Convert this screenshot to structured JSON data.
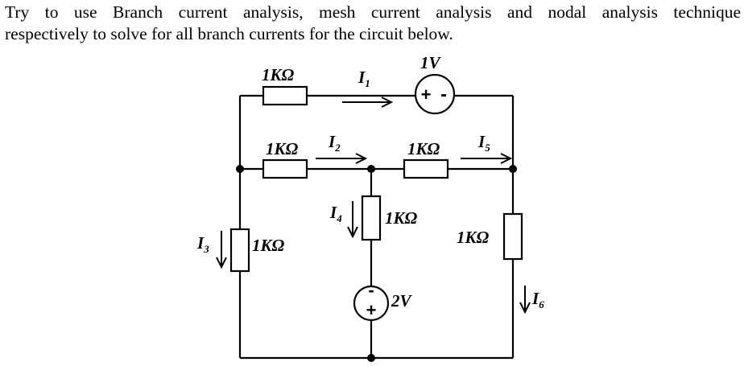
{
  "question": {
    "line1": "Try to use Branch current analysis, mesh current analysis and nodal analysis technique",
    "line2": "respectively to solve for all branch currents for the circuit below."
  },
  "circuit": {
    "resistors": {
      "r_top": "1KΩ",
      "r_mid_left": "1KΩ",
      "r_mid_right": "1KΩ",
      "r_center": "1KΩ",
      "r_left": "1KΩ",
      "r_right": "1KΩ"
    },
    "sources": {
      "v1_label": "1V",
      "v1_plus": "+",
      "v1_minus": "-",
      "v2_label": "2V",
      "v2_plus": "+",
      "v2_minus": "-"
    },
    "currents": {
      "i1": {
        "letter": "I",
        "sub": "1"
      },
      "i2": {
        "letter": "I",
        "sub": "2"
      },
      "i3": {
        "letter": "I",
        "sub": "3"
      },
      "i4": {
        "letter": "I",
        "sub": "4"
      },
      "i5": {
        "letter": "I",
        "sub": "5"
      },
      "i6": {
        "letter": "I",
        "sub": "6"
      }
    }
  }
}
